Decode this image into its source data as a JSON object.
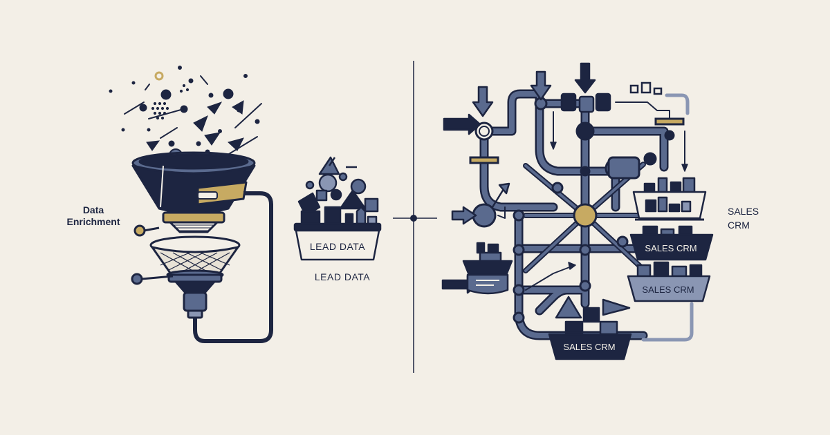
{
  "labels": {
    "data_enrichment_line1": "Data",
    "data_enrichment_line2": "Enrichment",
    "lead_data_tray": "LEAD DATA",
    "lead_data_caption": "LEAD DATA",
    "sales_crm_line1": "SALES",
    "sales_crm_line2": "CRM",
    "sales_crm_bin_top": "SALES CRM",
    "sales_crm_bin_mid": "SALES CRM",
    "sales_crm_bin_bottom": "SALES CRM"
  },
  "colors": {
    "background": "#f3efe7",
    "navy": "#1d2541",
    "slate": "#5a6a8e",
    "gold": "#c7aa62",
    "light_slate": "#8a96b3"
  }
}
